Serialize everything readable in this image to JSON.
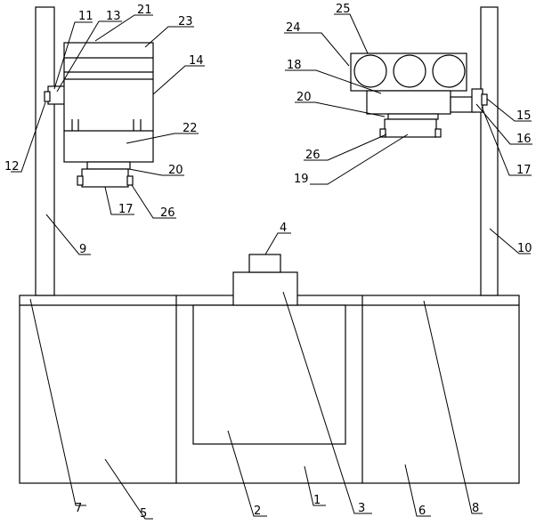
{
  "colors": {
    "line": "#000000",
    "background": "#ffffff"
  },
  "labels": {
    "l1": "1",
    "l2": "2",
    "l3": "3",
    "l4": "4",
    "l5": "5",
    "l6": "6",
    "l7": "7",
    "l8": "8",
    "l9": "9",
    "l10": "10",
    "l11": "11",
    "l12": "12",
    "l13": "13",
    "l14": "14",
    "l15": "15",
    "l16": "16",
    "l17_left": "17",
    "l17_right": "17",
    "l18": "18",
    "l19": "19",
    "l20_left": "20",
    "l20_right": "20",
    "l21": "21",
    "l22": "22",
    "l23": "23",
    "l24": "24",
    "l25": "25",
    "l26_left": "26",
    "l26_right": "26"
  }
}
